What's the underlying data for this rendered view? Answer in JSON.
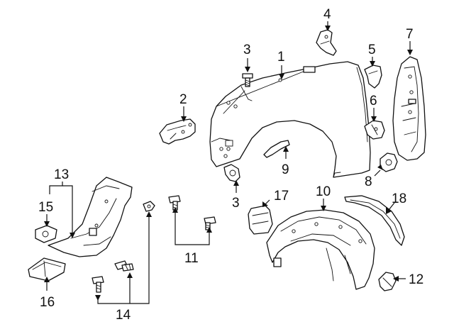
{
  "callouts": {
    "c1": "1",
    "c2": "2",
    "c3a": "3",
    "c3b": "3",
    "c4": "4",
    "c5": "5",
    "c6": "6",
    "c7": "7",
    "c8": "8",
    "c9": "9",
    "c10": "10",
    "c11": "11",
    "c12": "12",
    "c13": "13",
    "c14": "14",
    "c15": "15",
    "c16": "16",
    "c17": "17",
    "c18": "18"
  },
  "colors": {
    "line": "#111111",
    "background": "#ffffff"
  }
}
